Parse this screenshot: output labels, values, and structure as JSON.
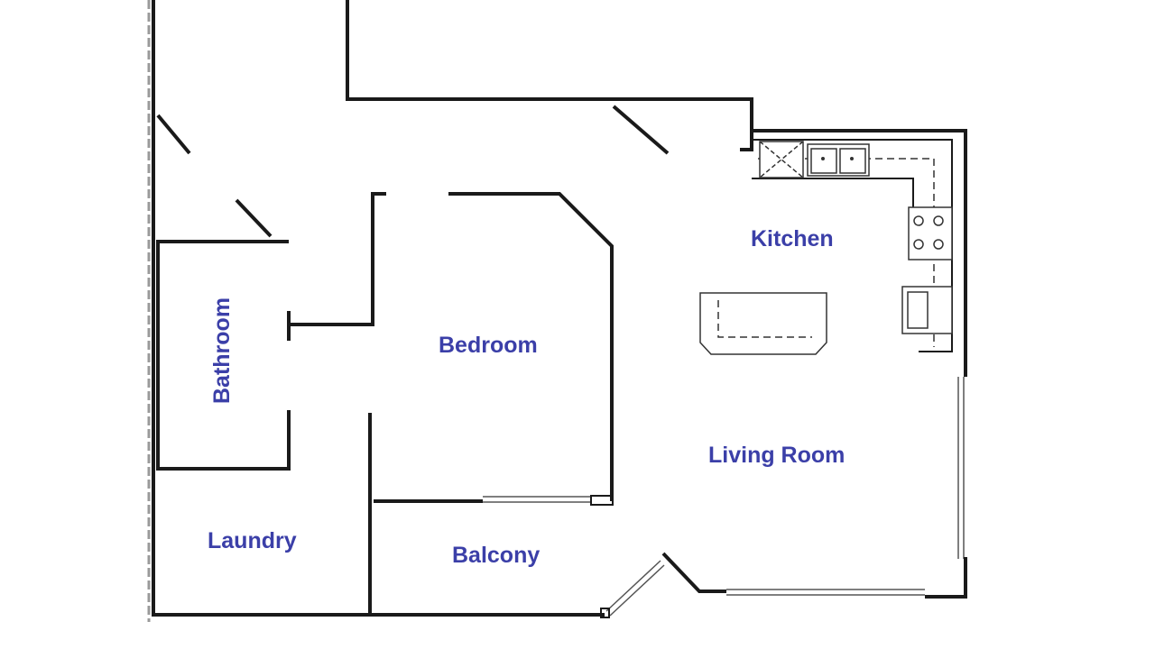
{
  "floor_plan": {
    "rooms": {
      "kitchen": "Kitchen",
      "bathroom": "Bathroom",
      "bedroom": "Bedroom",
      "living_room": "Living Room",
      "laundry": "Laundry",
      "balcony": "Balcony"
    },
    "label_color": "#3b3fa8",
    "wall_color": "#1a1a1a"
  }
}
